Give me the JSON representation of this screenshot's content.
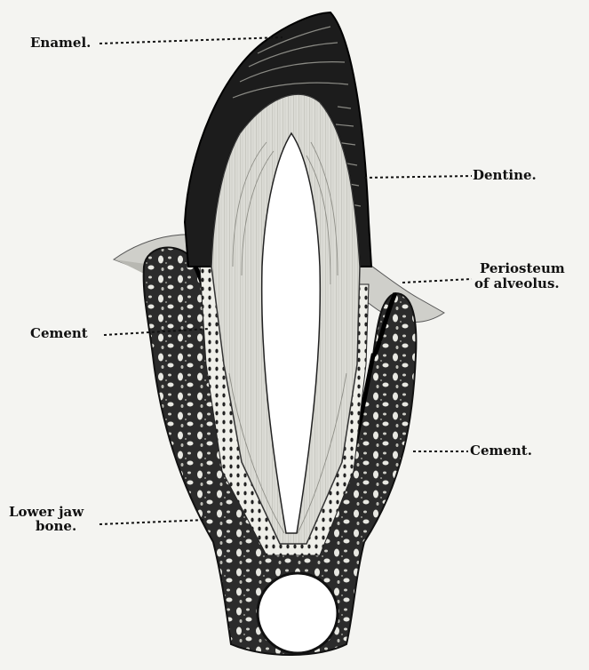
{
  "labels": {
    "enamel": "Enamel.",
    "dentine": "Dentine.",
    "periosteum_line1": "Periosteum",
    "periosteum_line2": "of alveolus.",
    "cement_left": "Cement",
    "cement_right": "Cement.",
    "jaw_line1": "Lower jaw",
    "jaw_line2": "bone."
  },
  "colors": {
    "background": "#f4f4f1",
    "ink": "#111111",
    "enamel": "#1b1b1b",
    "dentine": "#d9d9d4",
    "pulp": "#ffffff",
    "bone": "#2a2a2a"
  }
}
